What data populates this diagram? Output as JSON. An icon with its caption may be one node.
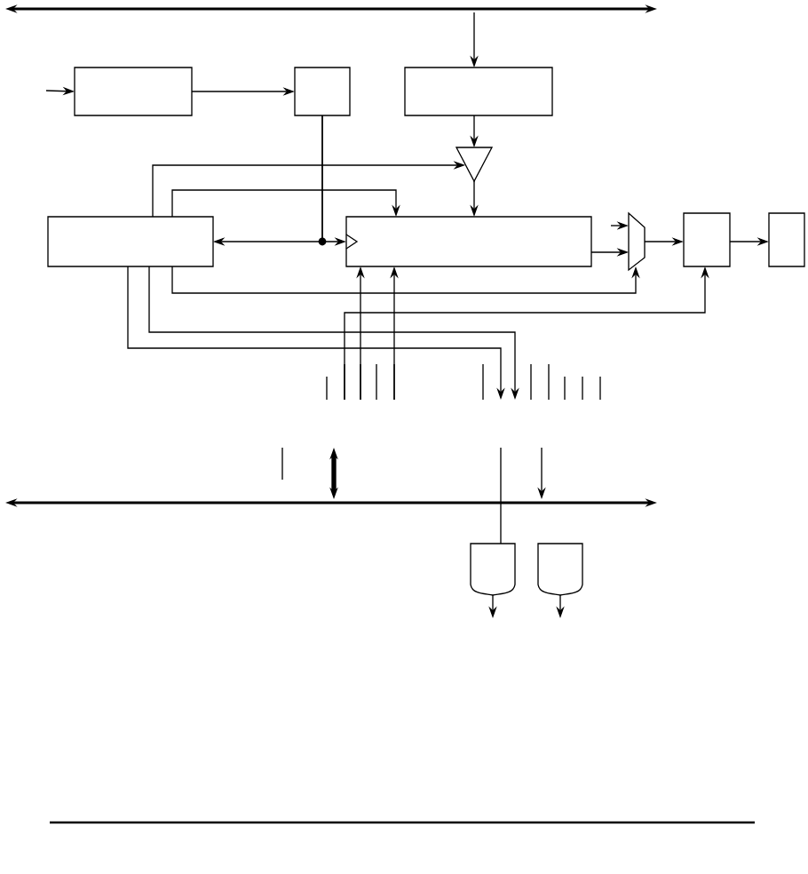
{
  "diagram": {
    "nodes": [
      {
        "text": [],
        "shape": "bar"
      },
      {
        "text": [],
        "shape": "box"
      },
      {
        "text": [],
        "shape": "box"
      },
      {
        "text": [],
        "shape": "box"
      },
      {
        "text": [],
        "shape": "triangle"
      },
      {
        "text": [],
        "shape": "box"
      },
      {
        "text": [],
        "shape": "box"
      },
      {
        "text": [],
        "shape": "trapezoid"
      },
      {
        "text": [],
        "shape": "box"
      },
      {
        "text": [],
        "shape": "box"
      },
      {
        "text": [],
        "shape": "bar"
      },
      {
        "text": [],
        "shape": "gate"
      },
      {
        "text": [],
        "shape": "gate"
      }
    ],
    "edges": [
      {
        "from": null,
        "to": 1,
        "arrow": "to"
      },
      {
        "from": 1,
        "to": 2,
        "arrow": "to"
      },
      {
        "from": 0,
        "to": 3,
        "arrow": "to"
      },
      {
        "from": 3,
        "to": 4,
        "arrow": "to"
      },
      {
        "from": 4,
        "to": 6,
        "arrow": "to"
      },
      {
        "from": 5,
        "to": 4,
        "arrow": "to"
      },
      {
        "from": 5,
        "to": 6,
        "arrow": "to"
      },
      {
        "from": 2,
        "to": 5,
        "arrow": "to"
      },
      {
        "from": 2,
        "to": 6,
        "arrow": "to"
      },
      {
        "from": 6,
        "to": 7,
        "arrow": "to"
      },
      {
        "from": null,
        "to": 7,
        "arrow": "to"
      },
      {
        "from": 5,
        "to": 7,
        "arrow": "to"
      },
      {
        "from": 7,
        "to": 8,
        "arrow": "to"
      },
      {
        "from": 8,
        "to": 9,
        "arrow": "to"
      },
      {
        "from": null,
        "to": 8,
        "arrow": "to"
      },
      {
        "from": null,
        "to": 6,
        "arrow": "to"
      },
      {
        "from": null,
        "to": 6,
        "arrow": "to"
      },
      {
        "from": 5,
        "to": null,
        "arrow": "to"
      },
      {
        "from": 5,
        "to": null,
        "arrow": "to"
      },
      {
        "from": null,
        "to": 10,
        "arrow": "both",
        "style": "thick"
      },
      {
        "from": null,
        "to": 10,
        "arrow": "to"
      },
      {
        "from": null,
        "to": 11,
        "arrow": "none"
      },
      {
        "from": 11,
        "to": null,
        "arrow": "to"
      },
      {
        "from": 12,
        "to": null,
        "arrow": "to"
      }
    ]
  }
}
